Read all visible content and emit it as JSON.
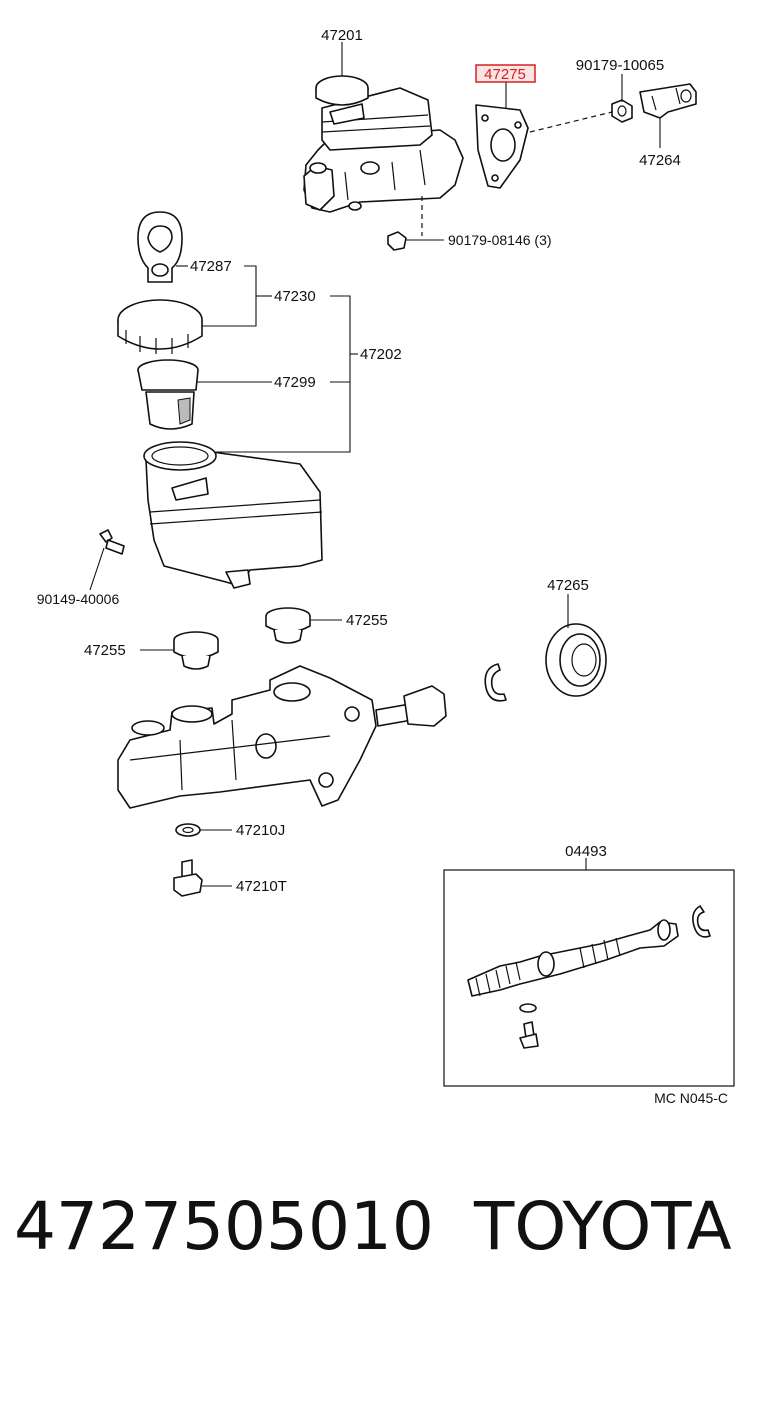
{
  "diagram": {
    "highlight_color": "#d62020",
    "callouts": {
      "c47201": "47201",
      "c47275": "47275",
      "c90179_10065": "90179-10065",
      "c47264": "47264",
      "c90179_08146": "90179-08146 (3)",
      "c47287": "47287",
      "c47230": "47230",
      "c47202": "47202",
      "c47299": "47299",
      "c90149_40006": "90149-40006",
      "c47265": "47265",
      "c47255_right": "47255",
      "c47255_left": "47255",
      "c47210J": "47210J",
      "c47210T": "47210T",
      "c04493": "04493",
      "ref_code": "MC N045-C"
    }
  },
  "footer": {
    "part_number": "4727505010",
    "brand": "TOYOTA"
  }
}
